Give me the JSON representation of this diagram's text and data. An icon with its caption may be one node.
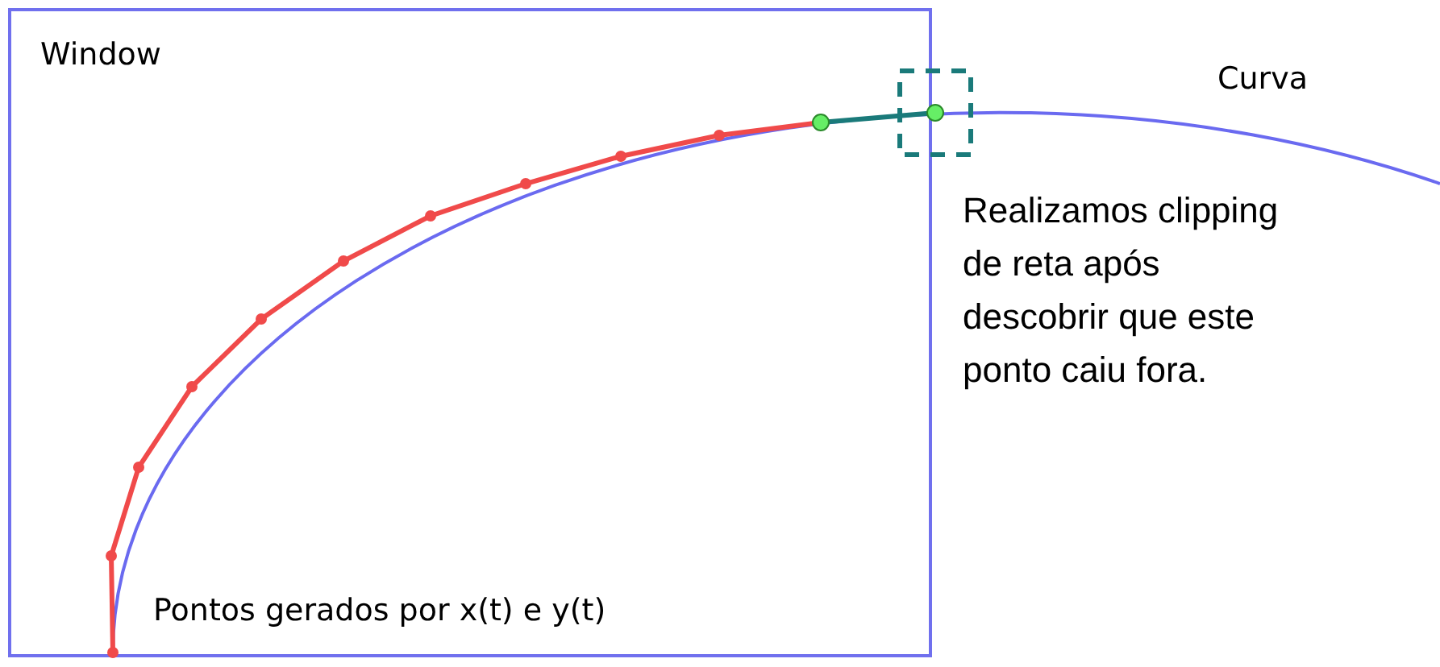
{
  "diagram": {
    "nodes": [
      {
        "text": [
          "Window"
        ]
      }
    ],
    "labels": [
      "Curva",
      "Realizamos clipping de reta após descobrir que este ponto caiu fora.",
      "Pontos gerados por x(t) e y(t)"
    ]
  }
}
